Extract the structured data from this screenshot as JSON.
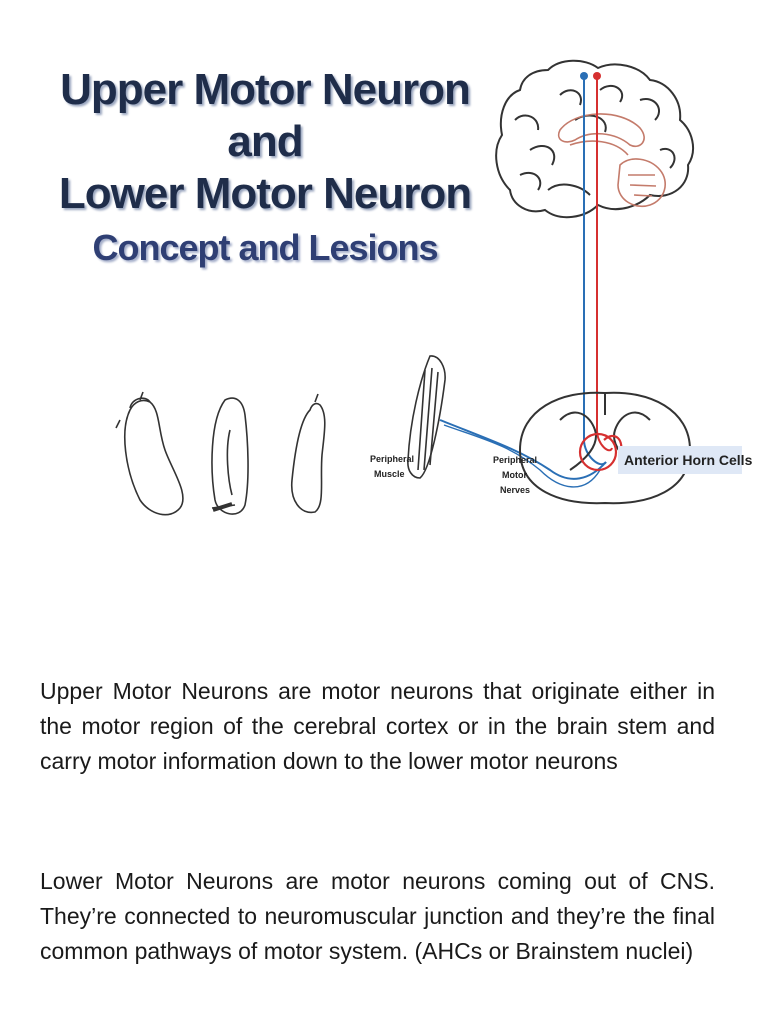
{
  "title": {
    "line1": "Upper Motor Neuron",
    "line2": "and",
    "line3": "Lower Motor Neuron",
    "subtitle": "Concept and Lesions"
  },
  "diagram": {
    "labels": {
      "peripheral_muscle_1": "Peripheral",
      "peripheral_muscle_2": "Muscle",
      "peripheral_motor_1": "Peripheral",
      "peripheral_motor_2": "Motor",
      "peripheral_motor_3": "Nerves",
      "anterior_horn": "Anterior Horn Cells"
    },
    "colors": {
      "upper_tract": "#d63030",
      "lower_tract": "#2a6fb5",
      "sketch": "#333333"
    }
  },
  "paragraphs": {
    "upper": "Upper Motor Neurons are motor neurons that originate either in the motor region of the cerebral cortex or in the brain stem and carry motor information down to the lower motor neurons",
    "lower": "Lower Motor Neurons are motor neurons coming out of CNS. They’re connected to neuromuscular junction and they’re the final common pathways of motor system. (AHCs or Brainstem nuclei)"
  }
}
